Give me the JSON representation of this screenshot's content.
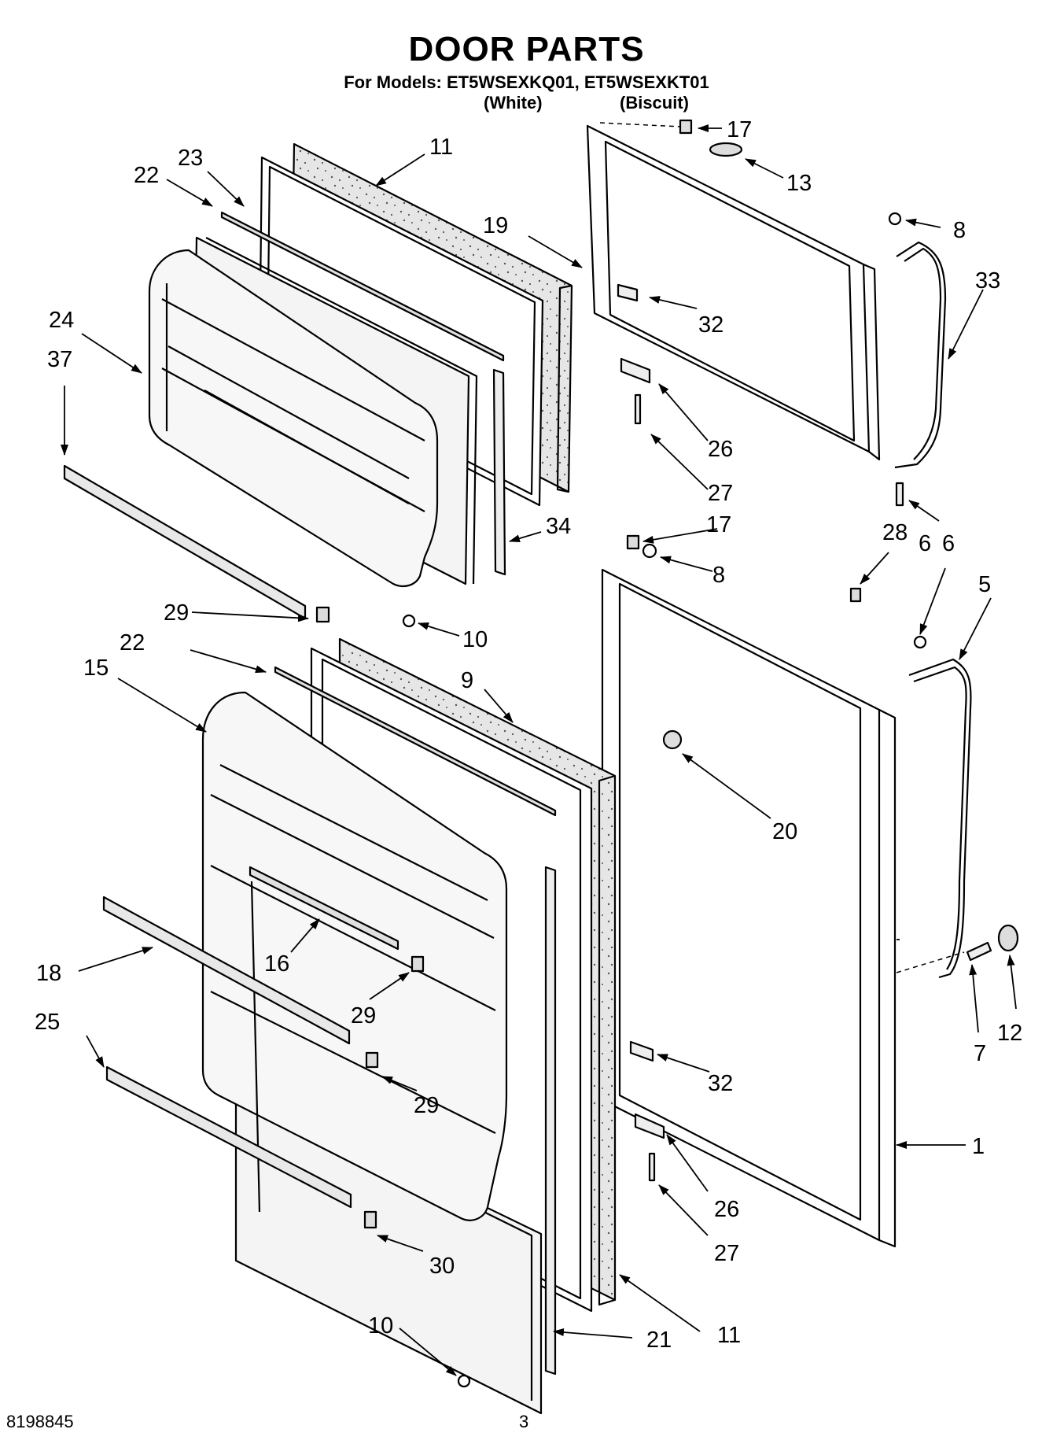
{
  "header": {
    "title": "DOOR PARTS",
    "models_line": "For Models: ET5WSEXKQ01, ET5WSEXKT01",
    "variant_white": "(White)",
    "variant_biscuit": "(Biscuit)"
  },
  "footer": {
    "doc_number": "8198845",
    "page_number": "3"
  },
  "callouts": {
    "c11a": "11",
    "c23": "23",
    "c22a": "22",
    "c19": "19",
    "c24": "24",
    "c37": "37",
    "c34": "34",
    "c29a": "29",
    "c10a": "10",
    "c17a": "17",
    "c13": "13",
    "c8a": "8",
    "c33": "33",
    "c32a": "32",
    "c26a": "26",
    "c27a": "27",
    "c6a": "6",
    "c17b": "17",
    "c8b": "8",
    "c28": "28",
    "c6b": "6",
    "c5": "5",
    "c22b": "22",
    "c15": "15",
    "c9": "9",
    "c20": "20",
    "c16": "16",
    "c18": "18",
    "c29b": "29",
    "c25": "25",
    "c29c": "29",
    "c30": "30",
    "c7": "7",
    "c12": "12",
    "c32b": "32",
    "c1": "1",
    "c26b": "26",
    "c27b": "27",
    "c11b": "11",
    "c10b": "10",
    "c21": "21"
  }
}
